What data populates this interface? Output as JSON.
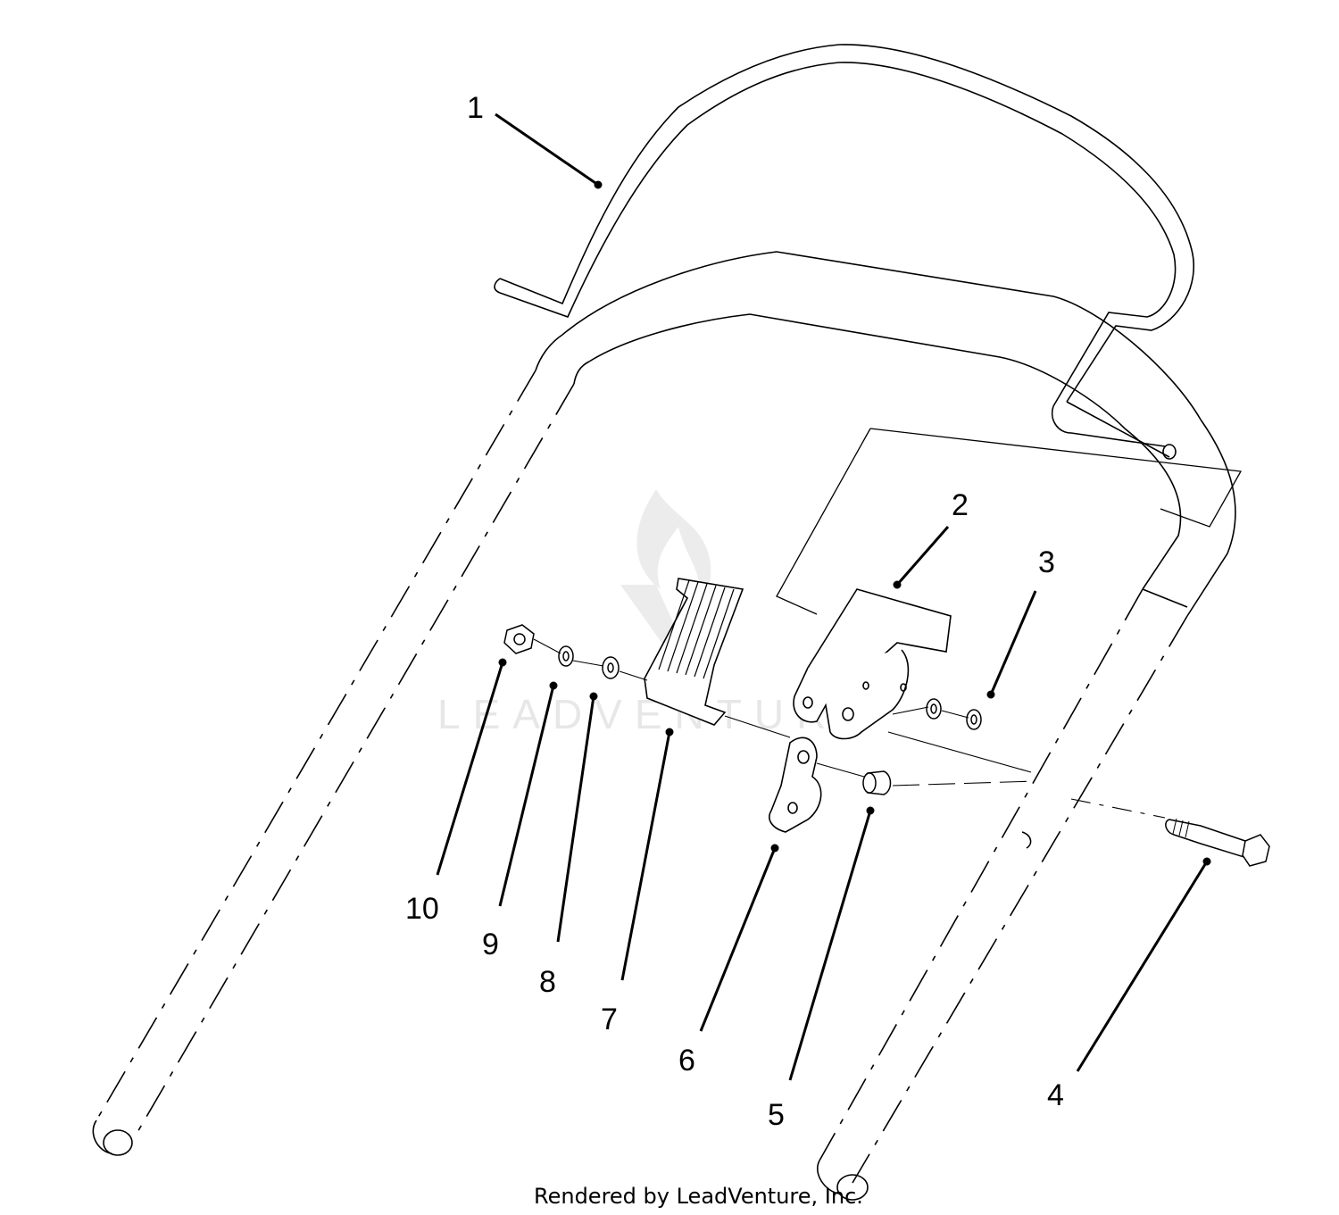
{
  "watermark": {
    "text": "LEADVENTURE",
    "color": "#e6e6e6"
  },
  "callouts": [
    {
      "id": "1",
      "label": "1",
      "part": "handle-bar"
    },
    {
      "id": "2",
      "label": "2",
      "part": "control-bracket"
    },
    {
      "id": "3",
      "label": "3",
      "part": "washer-pair"
    },
    {
      "id": "4",
      "label": "4",
      "part": "shoulder-bolt"
    },
    {
      "id": "5",
      "label": "5",
      "part": "bushing"
    },
    {
      "id": "6",
      "label": "6",
      "part": "cam-link"
    },
    {
      "id": "7",
      "label": "7",
      "part": "lever"
    },
    {
      "id": "8",
      "label": "8",
      "part": "flat-washer"
    },
    {
      "id": "9",
      "label": "9",
      "part": "spring-washer"
    },
    {
      "id": "10",
      "label": "10",
      "part": "hex-nut"
    }
  ],
  "footer": {
    "credit": "Rendered by LeadVenture, Inc."
  },
  "colors": {
    "line": "#000000",
    "background": "#ffffff"
  }
}
